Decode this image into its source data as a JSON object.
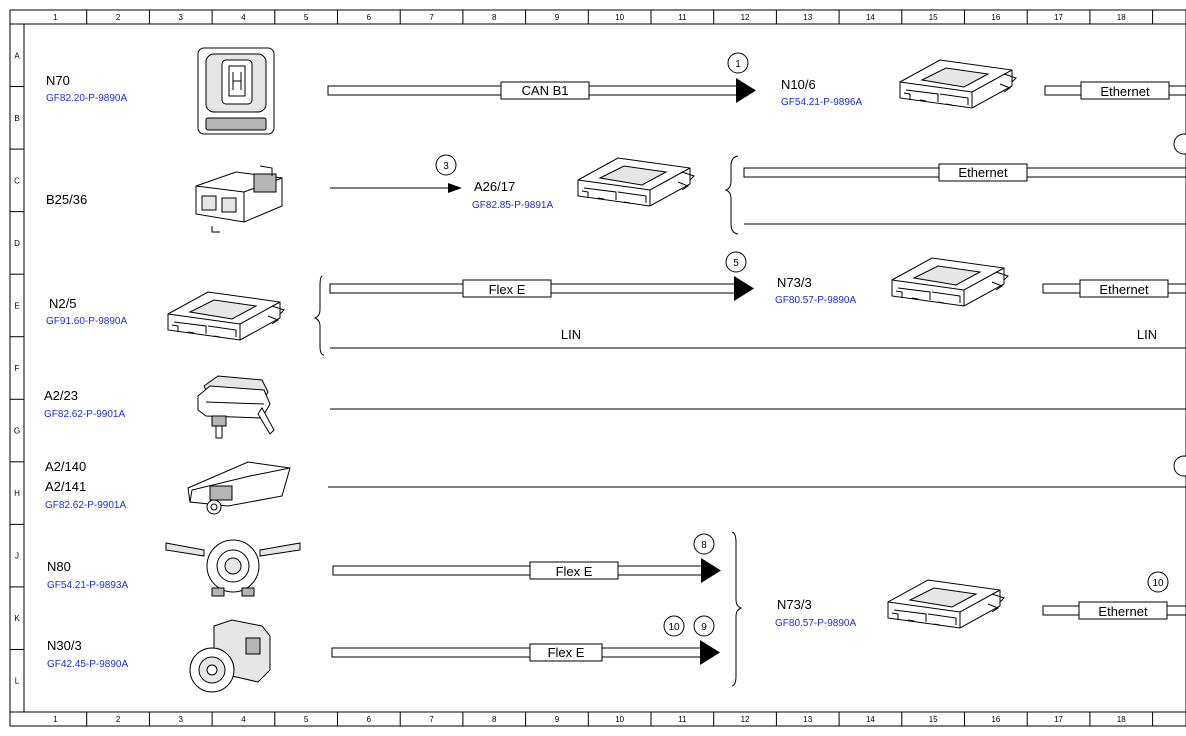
{
  "grid": {
    "columns": [
      "1",
      "2",
      "3",
      "4",
      "5",
      "6",
      "7",
      "8",
      "9",
      "10",
      "11",
      "12",
      "13",
      "14",
      "15",
      "16",
      "17",
      "18"
    ],
    "rows": [
      "A",
      "B",
      "C",
      "D",
      "E",
      "F",
      "G",
      "H",
      "J",
      "K",
      "L"
    ]
  },
  "components": {
    "n70": {
      "name": "N70",
      "ref": "GF82.20-P-9890A",
      "icon": "roof-control-panel-icon"
    },
    "n10_6": {
      "name": "N10/6",
      "ref": "GF54.21-P-9896A",
      "icon": "control-unit-icon"
    },
    "b25_36": {
      "name": "B25/36",
      "ref": "",
      "icon": "sensor-connector-icon"
    },
    "a26_17": {
      "name": "A26/17",
      "ref": "GF82.85-P-9891A",
      "icon": "control-unit-icon"
    },
    "n2_5": {
      "name": "N2/5",
      "ref": "GF91.60-P-9890A",
      "icon": "control-unit-icon"
    },
    "n73_3_top": {
      "name": "N73/3",
      "ref": "GF80.57-P-9890A",
      "icon": "control-unit-icon"
    },
    "a2_23": {
      "name": "A2/23",
      "ref": "GF82.62-P-9901A",
      "icon": "antenna-module-icon"
    },
    "a2_140": {
      "name1": "A2/140",
      "name2": "A2/141",
      "ref": "GF82.62-P-9901A",
      "icon": "antenna-board-icon"
    },
    "n80": {
      "name": "N80",
      "ref": "GF54.21-P-9893A",
      "icon": "steering-column-module-icon"
    },
    "n30_3": {
      "name": "N30/3",
      "ref": "GF42.45-P-9890A",
      "icon": "brake-pump-module-icon"
    },
    "n73_3_bottom": {
      "name": "N73/3",
      "ref": "GF80.57-P-9890A",
      "icon": "control-unit-icon"
    }
  },
  "buses": {
    "can_b1": "CAN B1",
    "eth_n10": "Ethernet",
    "eth_a26": "Ethernet",
    "flex_n2": "Flex E",
    "eth_n73_top": "Ethernet",
    "lin_left": "LIN",
    "lin_right": "LIN",
    "flex_n80": "Flex E",
    "flex_n30": "Flex E",
    "eth_n73_bottom": "Ethernet"
  },
  "markers": {
    "m1": "1",
    "m3": "3",
    "m5": "5",
    "m8": "8",
    "m10a": "10",
    "m9": "9",
    "m10b": "10"
  }
}
